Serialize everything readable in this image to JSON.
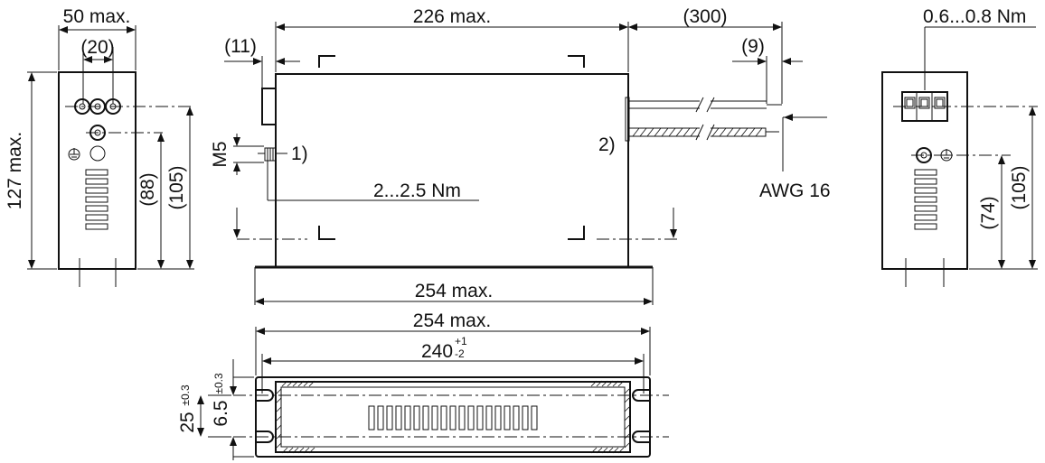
{
  "left_view": {
    "width_dim": "50 max.",
    "terminal_pitch_dim": "(20)",
    "height_dim": "127 max.",
    "dim_88": "(88)",
    "dim_105": "(105)"
  },
  "front_view": {
    "body_length_dim": "226 max.",
    "cable_length_dim": "(300)",
    "flange_offset_dim": "(11)",
    "strip_length_dim": "(9)",
    "thread_label": "M5",
    "callout_1": "1)",
    "callout_2": "2)",
    "torque_ground": "2...2.5 Nm",
    "wire_gauge": "AWG 16",
    "overall_length_dim": "254 max."
  },
  "right_view": {
    "torque_terminal": "0.6...0.8 Nm",
    "dim_74": "(74)",
    "dim_105": "(105)"
  },
  "bottom_view": {
    "overall_length_dim": "254 max.",
    "hole_pitch_base": "240",
    "hole_pitch_tol_upper": "+1",
    "hole_pitch_tol_lower": "-2",
    "width_dim": "25",
    "width_tol": "±0.3",
    "slot_dim": "6.5",
    "slot_tol": "±0.3"
  }
}
